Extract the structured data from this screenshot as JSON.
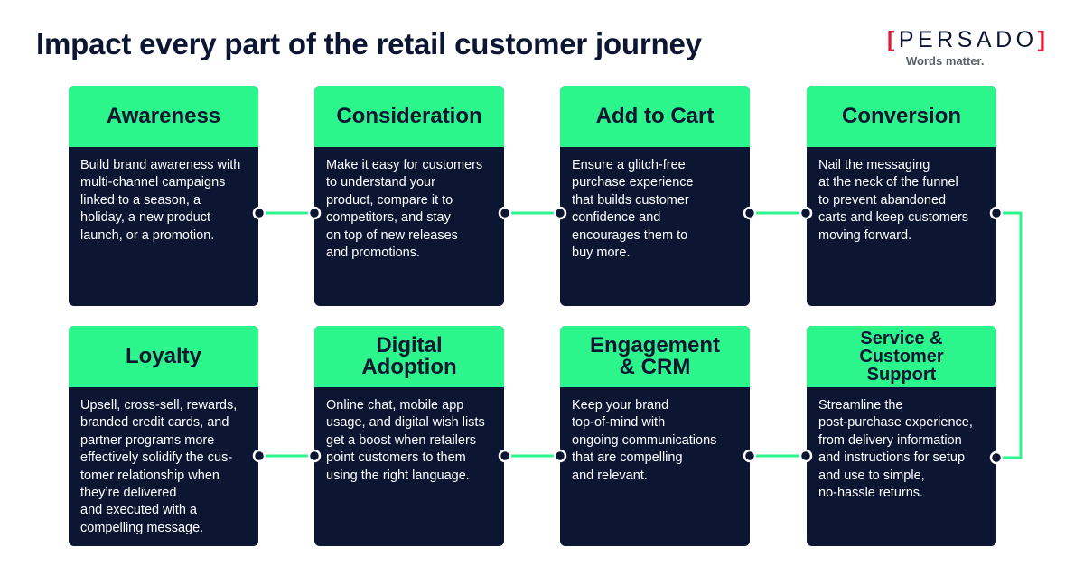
{
  "header": {
    "title": "Impact every part of the retail customer journey",
    "logo": {
      "bracket_open": "[",
      "wordmark": "PERSADO",
      "bracket_close": "]",
      "tagline": "Words matter."
    }
  },
  "colors": {
    "navy": "#0c1633",
    "green": "#2cf58c",
    "red": "#e31837"
  },
  "stages": [
    {
      "title": "Awareness",
      "body": "Build brand awareness with\nmulti-channel campaigns\nlinked to a season, a\nholiday, a new product\nlaunch, or a promotion."
    },
    {
      "title": "Consideration",
      "body": "Make it easy for customers\nto understand your\nproduct, compare it to\ncompetitors, and stay\non top of new releases\nand promotions."
    },
    {
      "title": "Add to Cart",
      "body": "Ensure a glitch-free\npurchase experience\nthat builds customer\nconfidence and\nencourages them to\nbuy more."
    },
    {
      "title": "Conversion",
      "body": "Nail the messaging\nat the neck of the funnel\nto prevent abandoned\ncarts and keep customers\nmoving forward."
    },
    {
      "title": "Loyalty",
      "body": "Upsell, cross-sell, rewards,\nbranded credit cards, and\npartner programs more\neffectively solidify the cus-\ntomer relationship when\nthey’re delivered\nand executed with a\ncompelling message."
    },
    {
      "title": "Digital\nAdoption",
      "body": "Online chat, mobile app\nusage, and digital wish lists\nget a boost when retailers\npoint customers to them\nusing the right language."
    },
    {
      "title": "Engagement\n& CRM",
      "body": "Keep your brand\ntop-of-mind with\nongoing communications\nthat are compelling\nand relevant."
    },
    {
      "title": "Service &\nCustomer\nSupport",
      "body": "Streamline the\npost-purchase experience,\nfrom delivery information\nand instructions for setup\nand use to simple,\nno-hassle returns."
    }
  ]
}
